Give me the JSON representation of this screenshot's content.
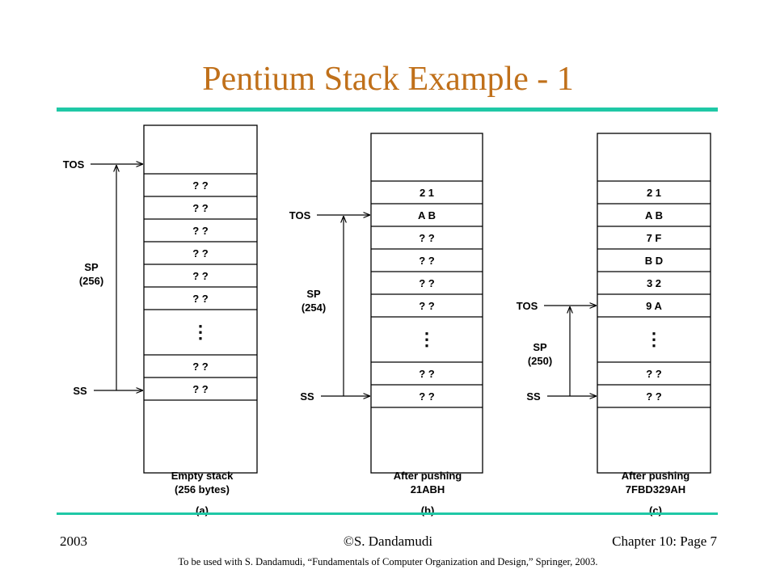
{
  "slide": {
    "title": "Pentium Stack Example - 1",
    "accent_color": "#1fc8a6",
    "title_color": "#c0701a"
  },
  "stacks": [
    {
      "tos_label": "TOS",
      "sp_label": "SP",
      "sp_value": "(256)",
      "ss_label": "SS",
      "cells": [
        "? ?",
        "? ?",
        "? ?",
        "? ?",
        "? ?",
        "? ?"
      ],
      "ellipsis": "⋮",
      "bottom_cells": [
        "? ?",
        "? ?"
      ],
      "caption_line1": "Empty stack",
      "caption_line2": "(256 bytes)",
      "part": "(a)"
    },
    {
      "tos_label": "TOS",
      "sp_label": "SP",
      "sp_value": "(254)",
      "ss_label": "SS",
      "cells": [
        "2 1",
        "A B",
        "? ?",
        "? ?",
        "? ?",
        "? ?"
      ],
      "ellipsis": "⋮",
      "bottom_cells": [
        "? ?",
        "? ?"
      ],
      "caption_line1": "After pushing",
      "caption_line2": "21ABH",
      "part": "(b)"
    },
    {
      "tos_label": "TOS",
      "sp_label": "SP",
      "sp_value": "(250)",
      "ss_label": "SS",
      "cells": [
        "2 1",
        "A B",
        "7 F",
        "B D",
        "3 2",
        "9 A"
      ],
      "ellipsis": "⋮",
      "bottom_cells": [
        "? ?",
        "? ?"
      ],
      "caption_line1": "After pushing",
      "caption_line2": "7FBD329AH",
      "part": "(c)"
    }
  ],
  "footer": {
    "year": "2003",
    "author": "©S. Dandamudi",
    "chapter": "Chapter 10: Page 7",
    "note": "To be used with S. Dandamudi, “Fundamentals of Computer Organization and Design,” Springer, 2003."
  }
}
